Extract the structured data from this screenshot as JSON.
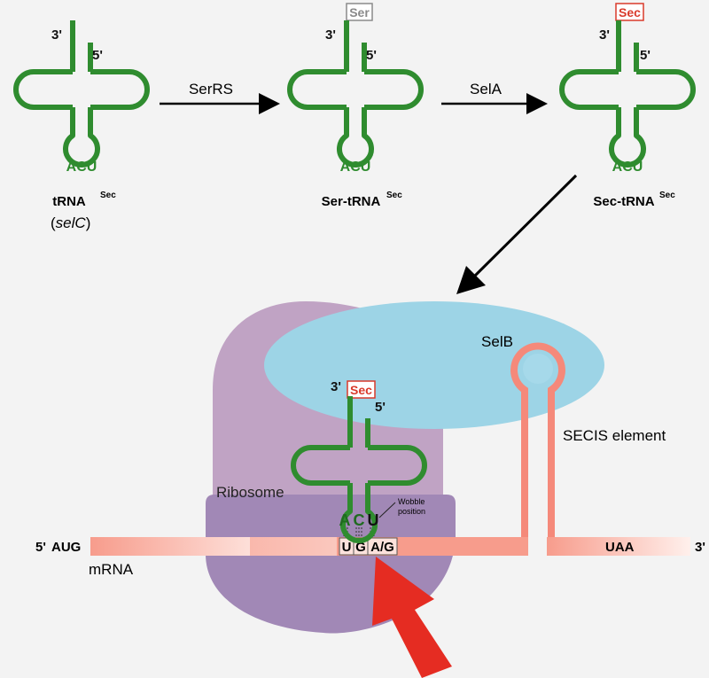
{
  "top_row": {
    "trna1": {
      "ends": {
        "three": "3'",
        "five": "5'"
      },
      "anticodon": "ACU",
      "name_main": "tRNA",
      "name_sup": "Sec",
      "name_sub_open": "(",
      "name_sub_ital": "selC",
      "name_sub_close": ")"
    },
    "arrow1_label": "SerRS",
    "trna2": {
      "ends": {
        "three": "3'",
        "five": "5'"
      },
      "anticodon": "ACU",
      "tag": "Ser",
      "name_main": "Ser-tRNA",
      "name_sup": "Sec"
    },
    "arrow2_label": "SelA",
    "trna3": {
      "ends": {
        "three": "3'",
        "five": "5'"
      },
      "anticodon": "ACU",
      "tag": "Sec",
      "name_main": "Sec-tRNA",
      "name_sup": "Sec"
    }
  },
  "bottom": {
    "selb_label": "SelB",
    "secis_label": "SECIS element",
    "ribosome_label": "Ribosome",
    "trna_tag": "Sec",
    "trna_ends": {
      "three": "3'",
      "five": "5'"
    },
    "anticodon": [
      "A",
      "C",
      "U"
    ],
    "wobble_label_line1": "Wobble",
    "wobble_label_line2": "position",
    "codon": [
      "U",
      "G",
      "A/G"
    ],
    "mrna_five": "5'",
    "mrna_start": "AUG",
    "mrna_stop": "UAA",
    "mrna_three": "3'",
    "mrna_label": "mRNA"
  },
  "colors": {
    "trna_green": "#2f8c2f",
    "ribosome_purple": "#c0a3c4",
    "ribosome_dark": "#a188b6",
    "selb_blue": "#9dd4e6",
    "mrna_salmon": "#f79c8c",
    "secis_salmon": "#f5897a",
    "sec_red": "#d93a2b",
    "ser_gray": "#8a8a8a",
    "big_arrow_red": "#e52c22"
  }
}
